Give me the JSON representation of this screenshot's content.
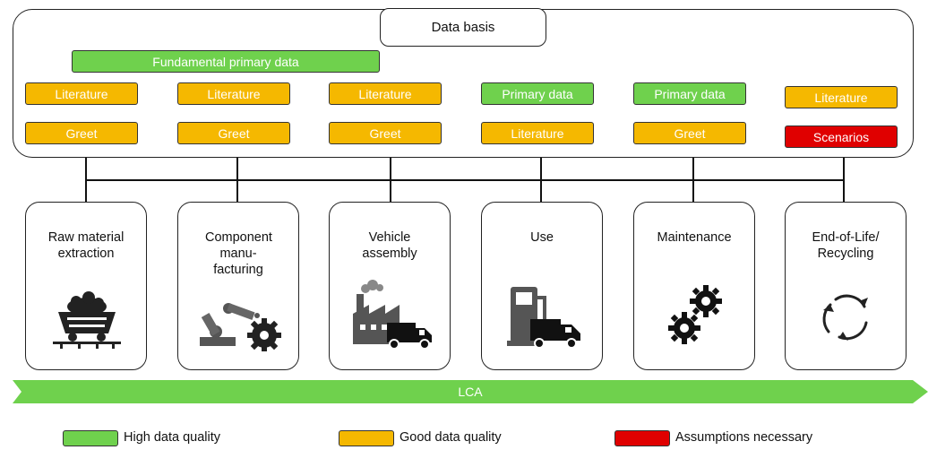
{
  "data_basis": {
    "title": "Data basis",
    "fundamental": "Fundamental primary data",
    "columns": [
      {
        "top": "Literature",
        "bottom": "Greet"
      },
      {
        "top": "Literature",
        "bottom": "Greet"
      },
      {
        "top": "Literature",
        "bottom": "Greet"
      },
      {
        "top": "Primary data",
        "bottom": "Literature"
      },
      {
        "top": "Primary data",
        "bottom": "Greet"
      },
      {
        "top": "Literature",
        "bottom": "Scenarios"
      }
    ]
  },
  "stages": [
    {
      "label": "Raw material extraction",
      "icon": "mine-cart-icon"
    },
    {
      "label": "Component manu- facturing",
      "icon": "robot-arm-gear-icon"
    },
    {
      "label": "Vehicle assembly",
      "icon": "factory-truck-icon"
    },
    {
      "label": "Use",
      "icon": "fuel-pump-truck-icon"
    },
    {
      "label": "Maintenance",
      "icon": "gears-icon"
    },
    {
      "label": "End-of-Life/ Recycling",
      "icon": "recycle-arrows-icon"
    }
  ],
  "lca_label": "LCA",
  "legend": [
    {
      "label": "High data quality",
      "color": "#6fd14d"
    },
    {
      "label": "Good data quality",
      "color": "#f5b800"
    },
    {
      "label": "Assumptions necessary",
      "color": "#e00000"
    }
  ],
  "colors": {
    "green": "#6fd14d",
    "orange": "#f5b800",
    "red": "#e00000",
    "arrow": "#6fd14d"
  }
}
